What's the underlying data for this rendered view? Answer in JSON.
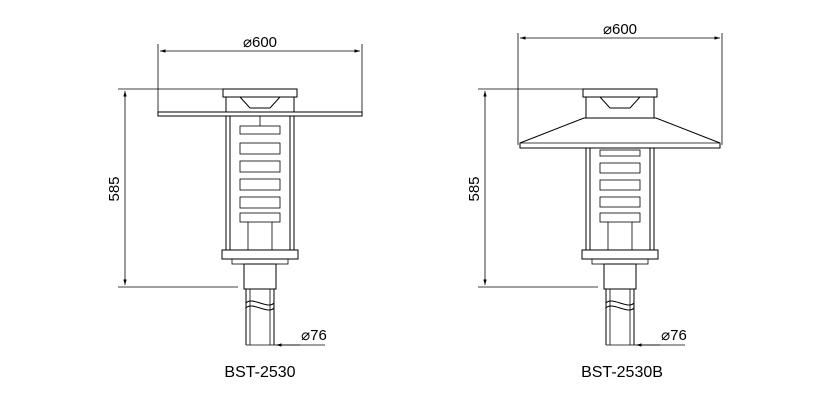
{
  "drawings": [
    {
      "model": "BST-2530",
      "width_dim": "⌀600",
      "height_dim": "585",
      "pole_dim": "⌀76"
    },
    {
      "model": "BST-2530B",
      "width_dim": "⌀600",
      "height_dim": "585",
      "pole_dim": "⌀76"
    }
  ]
}
